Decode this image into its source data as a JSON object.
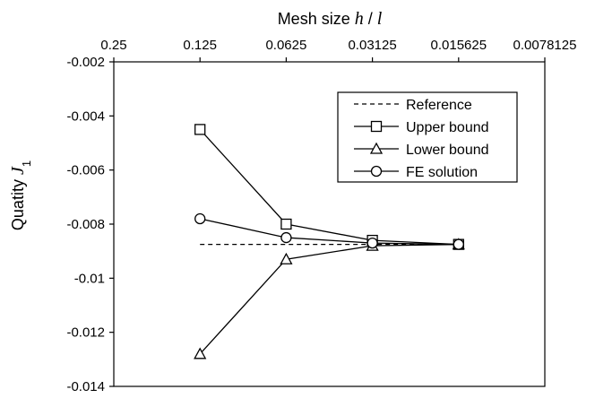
{
  "chart_data": {
    "type": "line",
    "x_axis": {
      "position": "top",
      "scale": "log2-reversed",
      "ticks": [
        0.25,
        0.125,
        0.0625,
        0.03125,
        0.015625,
        0.0078125
      ],
      "tick_labels": [
        "0.25",
        "0.125",
        "0.0625",
        "0.03125",
        "0.015625",
        "0.0078125"
      ],
      "label_prefix": "Mesh size ",
      "label_var1": "h",
      "label_sep": " / ",
      "label_var2": "l"
    },
    "y_axis": {
      "ylim": [
        -0.014,
        -0.002
      ],
      "ticks": [
        -0.002,
        -0.004,
        -0.006,
        -0.008,
        -0.01,
        -0.012,
        -0.014
      ],
      "tick_labels": [
        "-0.002",
        "-0.004",
        "-0.006",
        "-0.008",
        "-0.01",
        "-0.012",
        "-0.014"
      ],
      "label_prefix": "Quatity ",
      "label_var": "J",
      "label_sub": "1"
    },
    "grid": false,
    "legend_placement": "top-right",
    "series": [
      {
        "name": "Reference",
        "style": "dashed",
        "marker": "none",
        "x": [
          0.125,
          0.015625
        ],
        "y": [
          -0.00875,
          -0.00875
        ]
      },
      {
        "name": "Upper bound",
        "style": "solid",
        "marker": "square",
        "x": [
          0.125,
          0.0625,
          0.03125,
          0.015625
        ],
        "y": [
          -0.0045,
          -0.008,
          -0.0086,
          -0.00875
        ]
      },
      {
        "name": "Lower bound",
        "style": "solid",
        "marker": "triangle",
        "x": [
          0.125,
          0.0625,
          0.03125,
          0.015625
        ],
        "y": [
          -0.0128,
          -0.0093,
          -0.0088,
          -0.00875
        ]
      },
      {
        "name": "FE solution",
        "style": "solid",
        "marker": "circle",
        "x": [
          0.125,
          0.0625,
          0.03125,
          0.015625
        ],
        "y": [
          -0.0078,
          -0.0085,
          -0.0087,
          -0.00875
        ]
      }
    ]
  }
}
